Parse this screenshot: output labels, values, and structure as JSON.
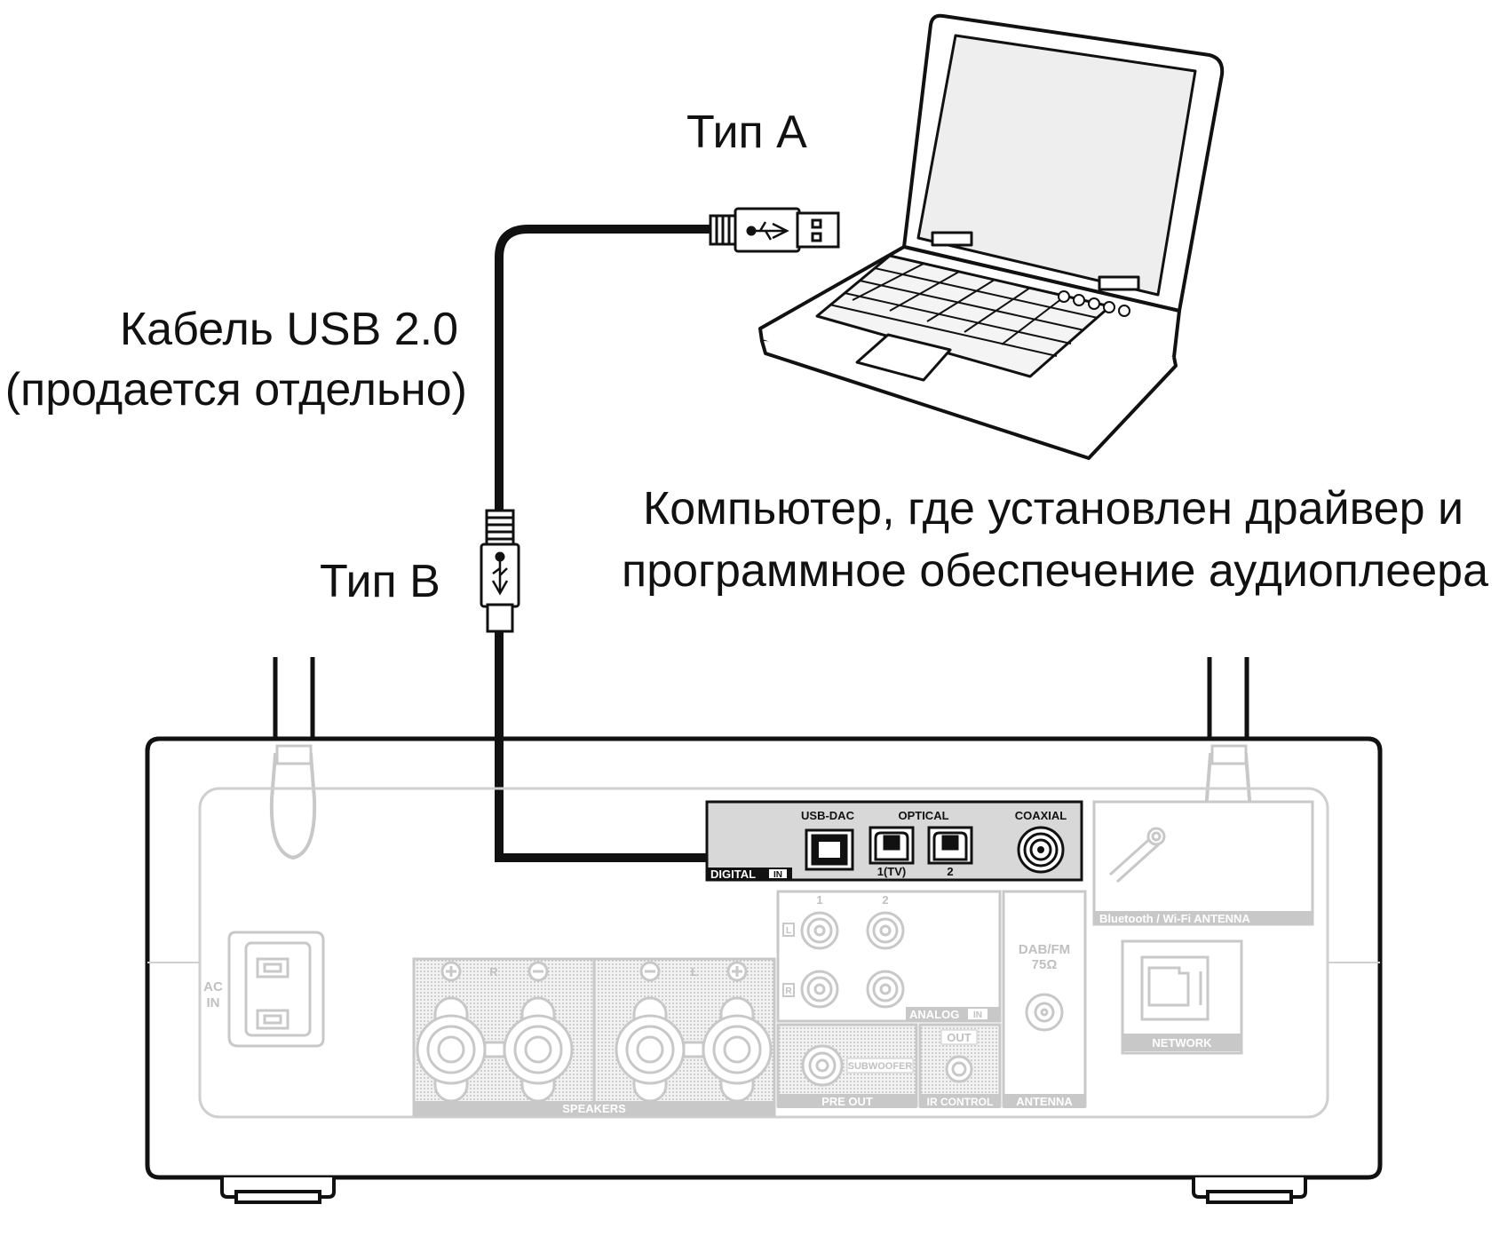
{
  "labels": {
    "type_a": "Тип A",
    "type_b": "Тип B",
    "cable_line1": "Кабель USB 2.0",
    "cable_line2": "(продается отдельно)",
    "computer_line1": "Компьютер, где установлен драйвер и",
    "computer_line2": "программное обеспечение аудиоплеера"
  },
  "panel": {
    "usb_dac": "USB-DAC",
    "optical": "OPTICAL",
    "coaxial": "COAXIAL",
    "digital": "DIGITAL",
    "digital_in": "IN",
    "optical_1": "1(TV)",
    "optical_2": "2",
    "bt_wifi": "Bluetooth / Wi-Fi ANTENNA",
    "analog": "ANALOG",
    "analog_in": "IN",
    "analog_1": "1",
    "analog_2": "2",
    "analog_l": "L",
    "analog_r": "R",
    "dab_fm": "DAB/FM",
    "ohm": "75Ω",
    "antenna": "ANTENNA",
    "network": "NETWORK",
    "ac_in_1": "AC",
    "ac_in_2": "IN",
    "speakers": "SPEAKERS",
    "spk_r": "R",
    "spk_l": "L",
    "subwoofer": "SUBWOOFER",
    "pre_out": "PRE OUT",
    "out": "OUT",
    "ir_control": "IR CONTROL"
  },
  "colors": {
    "line": "#111111",
    "faded": "#c8c8c8",
    "panel_dark": "#d9d9d9"
  }
}
